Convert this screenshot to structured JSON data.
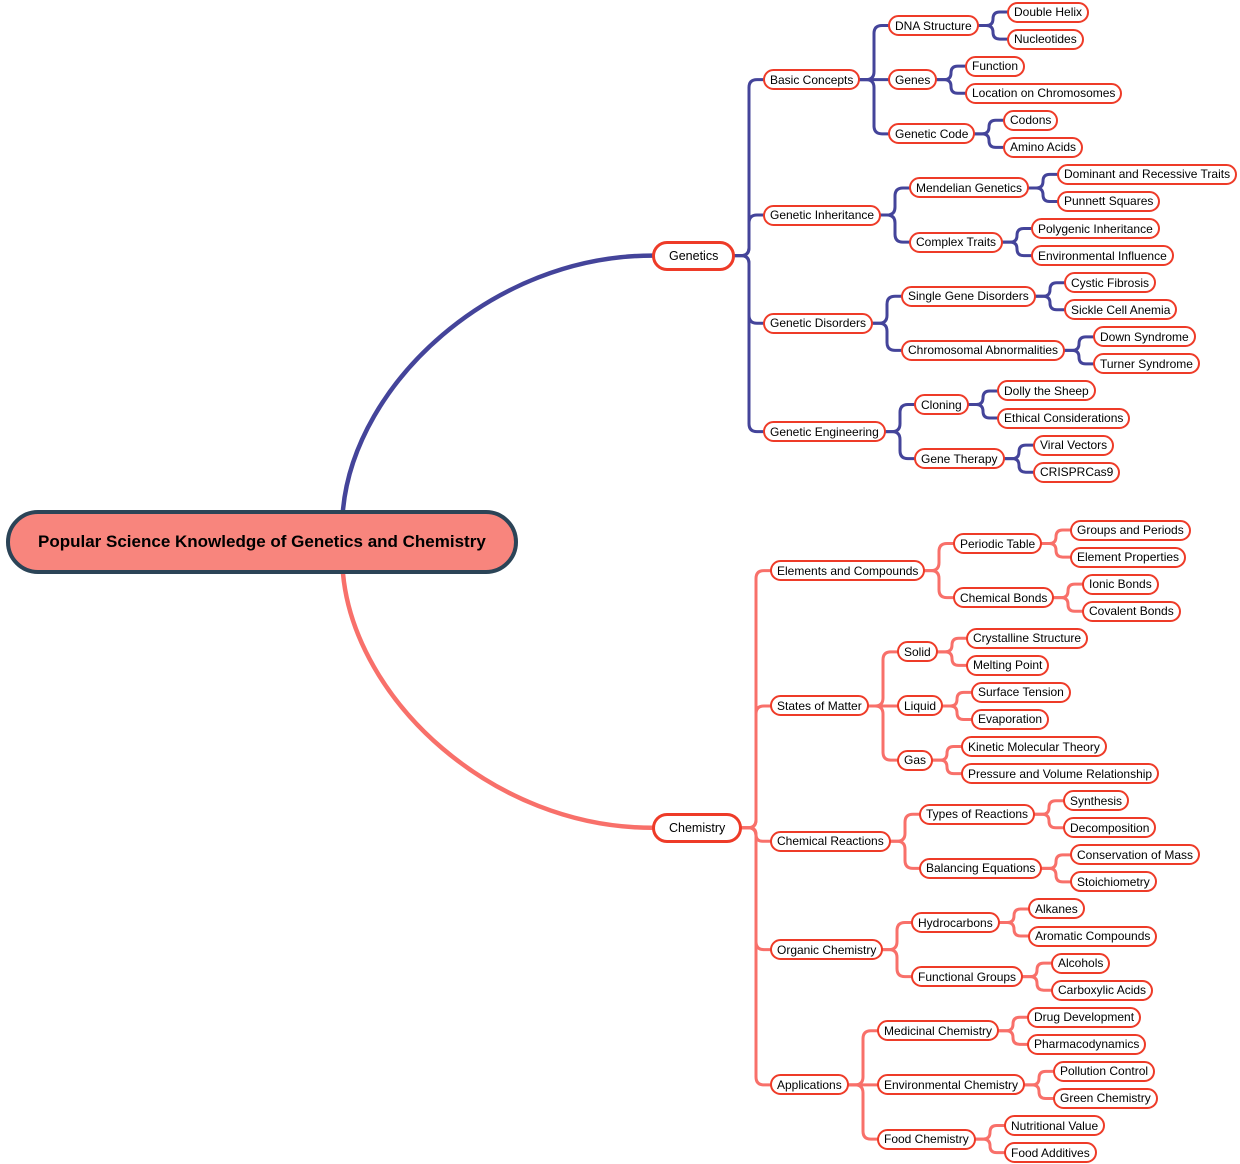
{
  "mindmap": {
    "root_label": "Popular Science Knowledge of Genetics and Chemistry",
    "colors": {
      "root_fill": "#f8857d",
      "root_border": "#2b4457",
      "node_border": "#ee3b28",
      "node_fill": "#ffffff",
      "text": "#000000",
      "genetics_link": "#44449a",
      "chemistry_link": "#f8706a"
    },
    "branches": [
      {
        "label": "Genetics",
        "color": "#44449a",
        "children": [
          {
            "label": "Basic Concepts",
            "children": [
              {
                "label": "DNA Structure",
                "children": [
                  {
                    "label": "Double Helix"
                  },
                  {
                    "label": "Nucleotides"
                  }
                ]
              },
              {
                "label": "Genes",
                "children": [
                  {
                    "label": "Function"
                  },
                  {
                    "label": "Location on Chromosomes"
                  }
                ]
              },
              {
                "label": "Genetic Code",
                "children": [
                  {
                    "label": "Codons"
                  },
                  {
                    "label": "Amino Acids"
                  }
                ]
              }
            ]
          },
          {
            "label": "Genetic Inheritance",
            "children": [
              {
                "label": "Mendelian Genetics",
                "children": [
                  {
                    "label": "Dominant and Recessive Traits"
                  },
                  {
                    "label": "Punnett Squares"
                  }
                ]
              },
              {
                "label": "Complex Traits",
                "children": [
                  {
                    "label": "Polygenic Inheritance"
                  },
                  {
                    "label": "Environmental Influence"
                  }
                ]
              }
            ]
          },
          {
            "label": "Genetic Disorders",
            "children": [
              {
                "label": "Single Gene Disorders",
                "children": [
                  {
                    "label": "Cystic Fibrosis"
                  },
                  {
                    "label": "Sickle Cell Anemia"
                  }
                ]
              },
              {
                "label": "Chromosomal Abnormalities",
                "children": [
                  {
                    "label": "Down Syndrome"
                  },
                  {
                    "label": "Turner Syndrome"
                  }
                ]
              }
            ]
          },
          {
            "label": "Genetic Engineering",
            "children": [
              {
                "label": "Cloning",
                "children": [
                  {
                    "label": "Dolly the Sheep"
                  },
                  {
                    "label": "Ethical Considerations"
                  }
                ]
              },
              {
                "label": "Gene Therapy",
                "children": [
                  {
                    "label": "Viral Vectors"
                  },
                  {
                    "label": "CRISPRCas9"
                  }
                ]
              }
            ]
          }
        ]
      },
      {
        "label": "Chemistry",
        "color": "#f8706a",
        "children": [
          {
            "label": "Elements and Compounds",
            "children": [
              {
                "label": "Periodic Table",
                "children": [
                  {
                    "label": "Groups and Periods"
                  },
                  {
                    "label": "Element Properties"
                  }
                ]
              },
              {
                "label": "Chemical Bonds",
                "children": [
                  {
                    "label": "Ionic Bonds"
                  },
                  {
                    "label": "Covalent Bonds"
                  }
                ]
              }
            ]
          },
          {
            "label": "States of Matter",
            "children": [
              {
                "label": "Solid",
                "children": [
                  {
                    "label": "Crystalline Structure"
                  },
                  {
                    "label": "Melting Point"
                  }
                ]
              },
              {
                "label": "Liquid",
                "children": [
                  {
                    "label": "Surface Tension"
                  },
                  {
                    "label": "Evaporation"
                  }
                ]
              },
              {
                "label": "Gas",
                "children": [
                  {
                    "label": "Kinetic Molecular Theory"
                  },
                  {
                    "label": "Pressure and Volume Relationship"
                  }
                ]
              }
            ]
          },
          {
            "label": "Chemical Reactions",
            "children": [
              {
                "label": "Types of Reactions",
                "children": [
                  {
                    "label": "Synthesis"
                  },
                  {
                    "label": "Decomposition"
                  }
                ]
              },
              {
                "label": "Balancing Equations",
                "children": [
                  {
                    "label": "Conservation of Mass"
                  },
                  {
                    "label": "Stoichiometry"
                  }
                ]
              }
            ]
          },
          {
            "label": "Organic Chemistry",
            "children": [
              {
                "label": "Hydrocarbons",
                "children": [
                  {
                    "label": "Alkanes"
                  },
                  {
                    "label": "Aromatic Compounds"
                  }
                ]
              },
              {
                "label": "Functional Groups",
                "children": [
                  {
                    "label": "Alcohols"
                  },
                  {
                    "label": "Carboxylic Acids"
                  }
                ]
              }
            ]
          },
          {
            "label": "Applications",
            "children": [
              {
                "label": "Medicinal Chemistry",
                "children": [
                  {
                    "label": "Drug Development"
                  },
                  {
                    "label": "Pharmacodynamics"
                  }
                ]
              },
              {
                "label": "Environmental Chemistry",
                "children": [
                  {
                    "label": "Pollution Control"
                  },
                  {
                    "label": "Green Chemistry"
                  }
                ]
              },
              {
                "label": "Food Chemistry",
                "children": [
                  {
                    "label": "Nutritional Value"
                  },
                  {
                    "label": "Food Additives"
                  }
                ]
              }
            ]
          }
        ]
      }
    ]
  }
}
